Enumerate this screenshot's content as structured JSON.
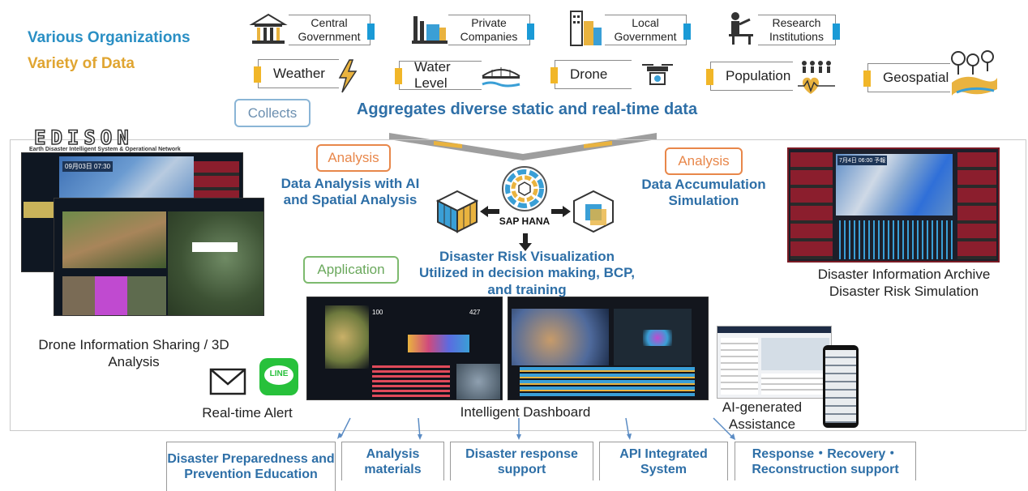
{
  "header": {
    "line1": "Various Organizations",
    "line2": "Variety of Data",
    "line1_color": "#2a8fc4",
    "line2_color": "#e0a531"
  },
  "sources": [
    {
      "label": "Central Government",
      "icon": "government-building-icon"
    },
    {
      "label": "Private Companies",
      "icon": "factory-icon"
    },
    {
      "label": "Local Government",
      "icon": "city-buildings-icon"
    },
    {
      "label": "Research Institutions",
      "icon": "researcher-icon"
    }
  ],
  "data_types": [
    {
      "label": "Weather",
      "icon": "lightning-icon"
    },
    {
      "label": "Water Level",
      "icon": "bridge-icon"
    },
    {
      "label": "Drone",
      "icon": "drone-icon"
    },
    {
      "label": "Population",
      "icon": "population-icon"
    },
    {
      "label": "Geospatial",
      "icon": "geospatial-icon"
    }
  ],
  "collects": {
    "label": "Collects",
    "tagline": "Aggregates diverse static and real-time data"
  },
  "logo": {
    "name": "EDISON",
    "subtitle": "Earth Disaster Intelligent System & Operational Network"
  },
  "analysis_left": {
    "tag": "Analysis",
    "title": "Data Analysis with AI and Spatial Analysis"
  },
  "analysis_right": {
    "tag": "Analysis",
    "title": "Data Accumulation Simulation"
  },
  "hana": {
    "label": "SAP HANA"
  },
  "visualization": {
    "line1": "Disaster Risk Visualization",
    "line2": "Utilized in decision making, BCP,",
    "line3": "and training"
  },
  "application": {
    "tag": "Application"
  },
  "captions": {
    "drone": "Drone Information Sharing / 3D Analysis",
    "archive_1": "Disaster Information Archive",
    "archive_2": "Disaster Risk Simulation",
    "alert": "Real-time Alert",
    "dashboard": "Intelligent Dashboard",
    "ai": "AI-generated Assistance"
  },
  "alert_icons": {
    "mail": "mail-icon",
    "line_label": "LINE"
  },
  "screens": {
    "drone_date": "09月03日 07:30",
    "archive_date": "7月4日 06:00 予報",
    "dash_value_a": "100",
    "dash_value_b": "427"
  },
  "outputs": [
    "Disaster Preparedness and Prevention Education",
    "Analysis materials",
    "Disaster response support",
    "API Integrated System",
    "Response・Recovery・Reconstruction support"
  ],
  "colors": {
    "source_bar": "#1a9ad6",
    "data_bar": "#f1b628",
    "analysis_border": "#e8874a",
    "application_border": "#7dba6e",
    "collects_border": "#8ab5d6",
    "text_blue": "#2e6fa7"
  }
}
